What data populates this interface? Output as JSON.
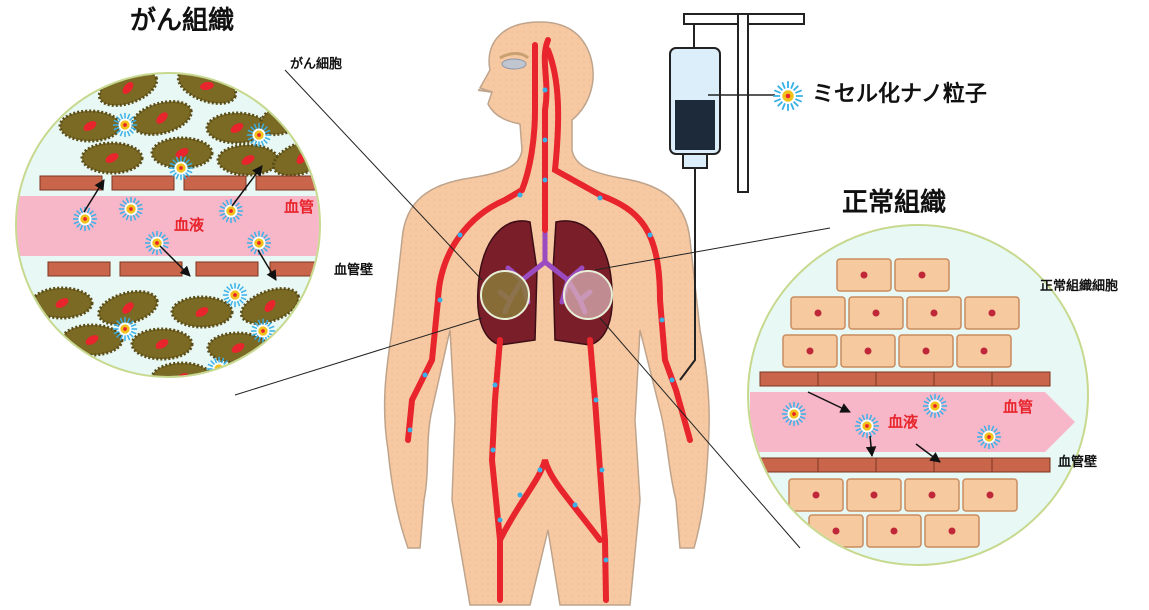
{
  "labels": {
    "cancer_tissue": "がん組織",
    "cancer_cell": "がん細胞",
    "normal_tissue": "正常組織",
    "normal_tissue_cell": "正常組織細胞",
    "micelle_nanoparticle": "ミセル化ナノ粒子",
    "blood_vessel_left": "血管",
    "blood_left": "血液",
    "vessel_wall_left": "血管壁",
    "blood_vessel_right": "血管",
    "blood_right": "血液",
    "vessel_wall_right": "血管壁"
  },
  "colors": {
    "body": "#f7c9a3",
    "body_outline": "#bfa48c",
    "artery": "#e8242c",
    "nanoparticle_core": "#f2c21b",
    "nanoparticle_halo": "#3ab0e8",
    "vessel_flow": "#f7b7c8",
    "vessel_wall": "#c8654a",
    "cancer_cell": "#7a6a24",
    "normal_cell": "#f6c99e",
    "circle_bg": "#e8f8f5",
    "lung": "#7a1f2a",
    "bronchi": "#9b4bc0",
    "iv_bag_fluid": "#1d2a3a"
  }
}
